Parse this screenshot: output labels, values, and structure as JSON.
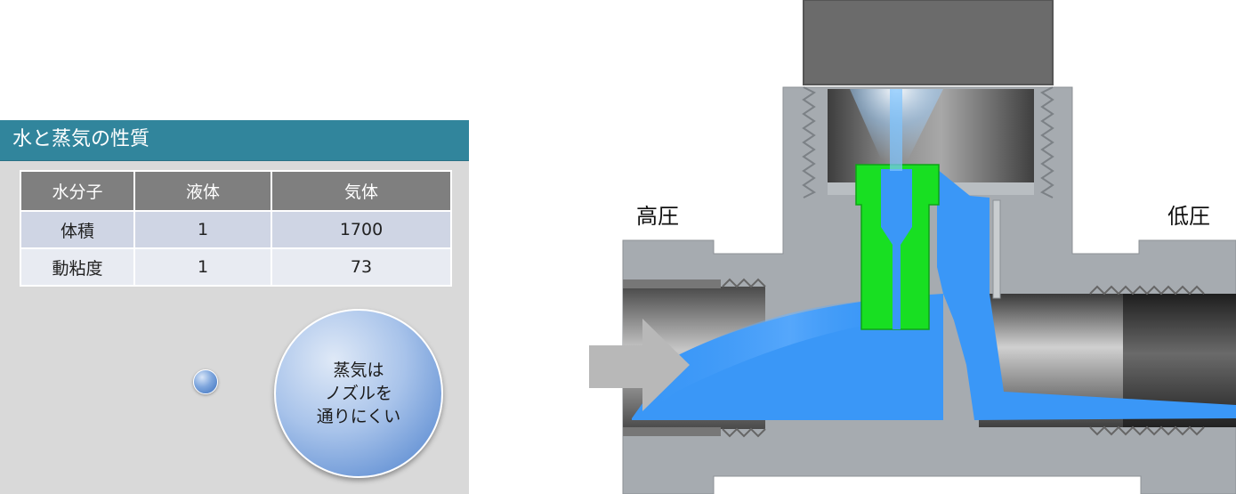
{
  "panel": {
    "title": "水と蒸気の性質",
    "table": {
      "headers": [
        "水分子",
        "液体",
        "気体"
      ],
      "rows": [
        [
          "体積",
          "1",
          "1700"
        ],
        [
          "動粘度",
          "1",
          "73"
        ]
      ]
    },
    "bubble_lines": [
      "蒸気は",
      "ノズルを",
      "通りにくい"
    ]
  },
  "diagram": {
    "high_pressure_label": "高圧",
    "low_pressure_label": "低圧"
  },
  "colors": {
    "header": "#31859c",
    "panel_bg": "#d9d9d9",
    "water": "#3a97f7",
    "nozzle": "#18df22",
    "metal": "#a6abb0",
    "cap": "#6b6b6b",
    "arrow": "#b8b8b8"
  }
}
